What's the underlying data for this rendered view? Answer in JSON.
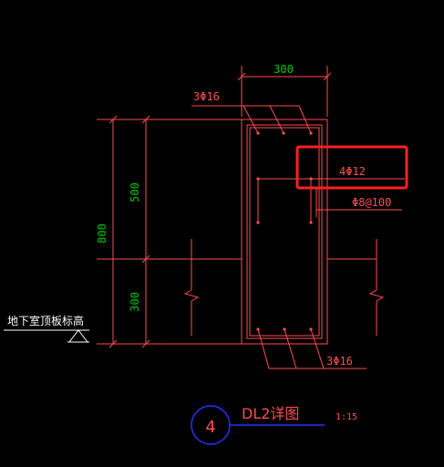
{
  "drawing": {
    "dim_width": "300",
    "dim_overall_height": "800",
    "dim_upper": "500",
    "dim_lower": "300",
    "top_rebar": "3Φ16",
    "side_rebar": "4Φ12",
    "stirrup": "Φ8@100",
    "bottom_rebar": "3Φ16",
    "ground_label": "地下室顶板标高",
    "detail_number": "4",
    "detail_title": "DL2详图",
    "scale": "1:15"
  },
  "colors": {
    "background": "#000000",
    "line": "#ff4d4d",
    "dimension_text": "#00cc00",
    "highlight_box": "#ff2020",
    "white": "#ffffff",
    "blue": "#2233ff"
  }
}
